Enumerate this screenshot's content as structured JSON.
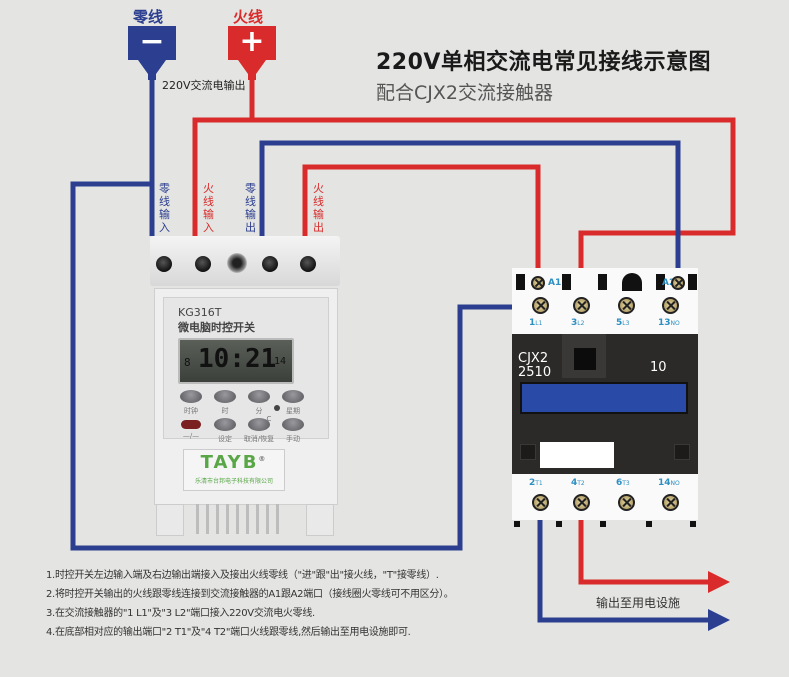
{
  "title": "220V单相交流电常见接线示意图",
  "subtitle": "配合CJX2交流接触器",
  "source": {
    "neutral": {
      "label": "零线",
      "symbol": "−",
      "color": "#2b3e8f"
    },
    "live": {
      "label": "火线",
      "symbol": "+",
      "color": "#d92b2b"
    },
    "output_label": "220V交流电输出"
  },
  "wire_colors": {
    "neutral": "#2b3e8f",
    "live": "#d92b2b"
  },
  "timer": {
    "terminal_labels": {
      "neutral_in": "零线输入",
      "live_in": "火线输入",
      "neutral_out": "零线输出",
      "live_out": "火线输出"
    },
    "model": "KG316T",
    "name": "微电脑时控开关",
    "display": {
      "day": "8",
      "time": "10:21",
      "seconds": "14"
    },
    "buttons": [
      {
        "label": "时钟"
      },
      {
        "label": "时"
      },
      {
        "label": "分"
      },
      {
        "label": "星期"
      },
      {
        "label": ""
      },
      {
        "label": "设定"
      },
      {
        "label": "取消/恢复"
      },
      {
        "label": "手动"
      }
    ],
    "indicator_label": "C",
    "switch_symbol": "—∕—",
    "brand": "TAYB",
    "brand_mark": "®",
    "company": "乐清市台邦电子科技有限公司"
  },
  "contactor": {
    "model": "CJX2",
    "rating": "2510",
    "aux_code": "10",
    "coil_terminals": [
      {
        "label": "A1"
      },
      {
        "label": "A2"
      }
    ],
    "input_terminals": [
      {
        "num": "1",
        "sub": "L1"
      },
      {
        "num": "3",
        "sub": "L2"
      },
      {
        "num": "5",
        "sub": "L3"
      },
      {
        "num": "13",
        "sub": "NO"
      }
    ],
    "output_terminals": [
      {
        "num": "2",
        "sub": "T1"
      },
      {
        "num": "4",
        "sub": "T2"
      },
      {
        "num": "6",
        "sub": "T3"
      },
      {
        "num": "14",
        "sub": "NO"
      }
    ]
  },
  "output_label": "输出至用电设施",
  "notes": [
    "1.时控开关左边输入端及右边输出端接入及接出火线零线（\"进\"跟\"出\"接火线，\"T\"接零线）.",
    "2.将时控开关输出的火线跟零线连接到交流接触器的A1跟A2端口（接线圈火零线可不用区分）。",
    "3.在交流接触器的\"1 L1\"及\"3 L2\"端口接入220V交流电火零线.",
    "4.在底部相对应的输出端口\"2 T1\"及\"4 T2\"端口火线跟零线,然后输出至用电设施即可."
  ]
}
